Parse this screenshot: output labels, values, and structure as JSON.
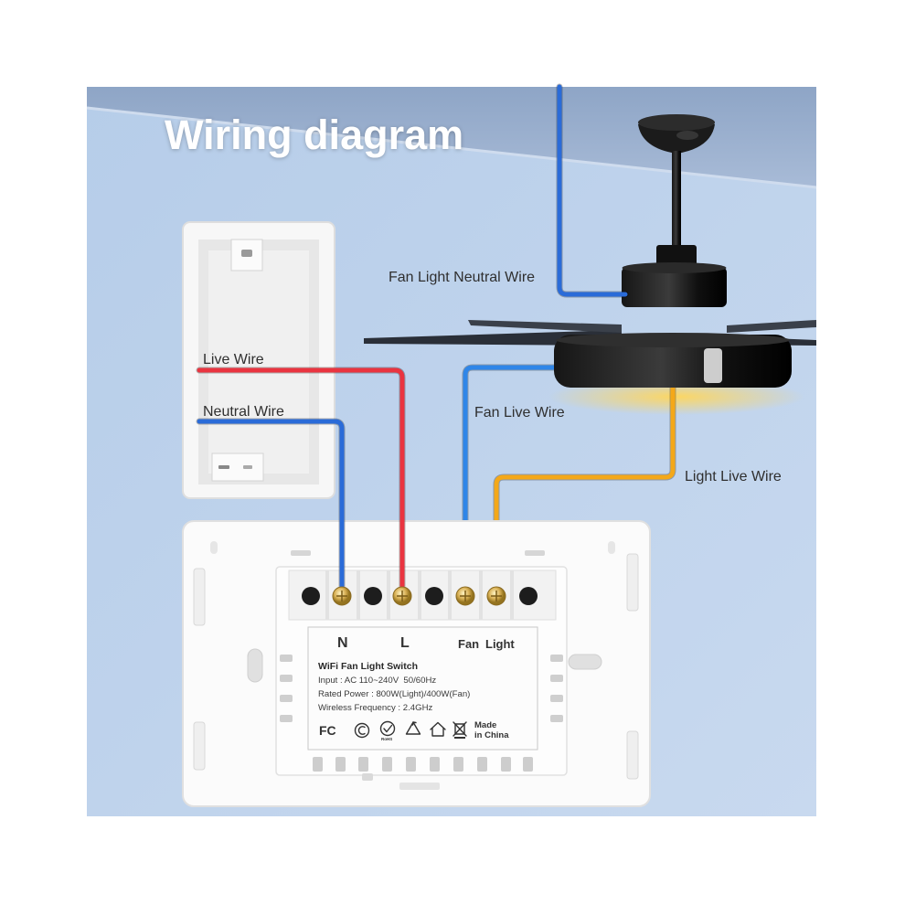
{
  "title": "Wiring diagram",
  "wires": {
    "fan_light_neutral": {
      "label": "Fan Light Neutral Wire",
      "color": "#2a6bd8"
    },
    "live": {
      "label": "Live Wire",
      "color": "#ea3440"
    },
    "neutral": {
      "label": "Neutral Wire",
      "color": "#2a6bd8"
    },
    "fan_live": {
      "label": "Fan Live Wire",
      "color": "#2f86e8"
    },
    "light_live": {
      "label": "Light Live Wire",
      "color": "#f4a819"
    }
  },
  "switch": {
    "terminals": {
      "n": "N",
      "l": "L",
      "fan": "Fan",
      "light": "Light"
    },
    "label": {
      "name": "WiFi Fan Light Switch",
      "input": "Input : AC 110~240V  50/60Hz",
      "rated_power": "Rated Power : 800W(Light)/400W(Fan)",
      "wireless_frequency": "Wireless Frequency : 2.4GHz",
      "fcc_mark": "FC",
      "rohs_mark": "RoHS",
      "origin_line1": "Made",
      "origin_line2": "in China"
    },
    "cert_icons": [
      "fcc-icon",
      "c-circle-icon",
      "rohs-check-icon",
      "recycle-icon",
      "house-icon",
      "weee-bin-icon"
    ]
  }
}
